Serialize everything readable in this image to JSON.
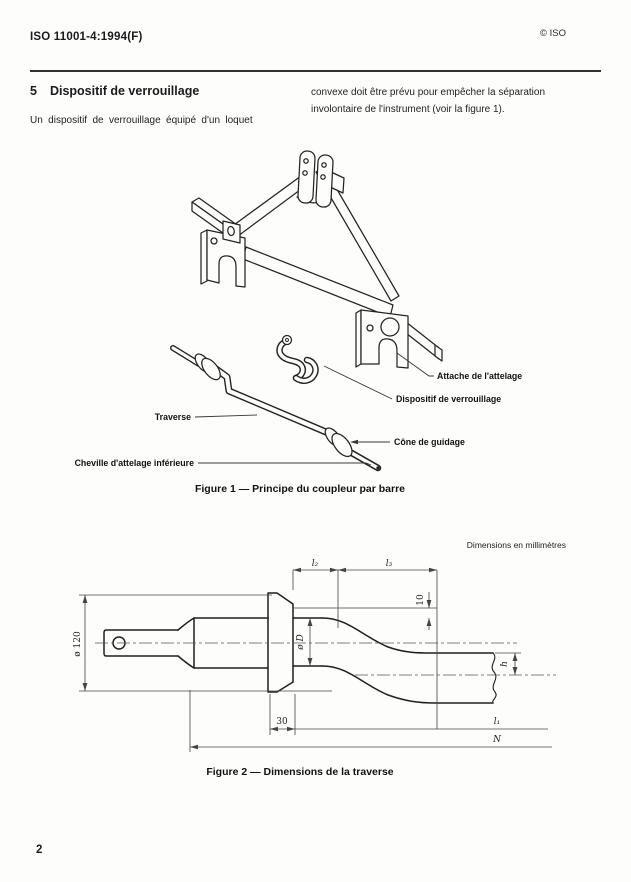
{
  "header": {
    "reference": "ISO 11001-4:1994(F)",
    "copyright": "© ISO"
  },
  "section": {
    "number": "5",
    "title": "Dispositif de verrouillage",
    "left_column_text": "Un dispositif de verrouillage équipé d'un loquet",
    "right_column_line1": "convexe doit être prévu pour empêcher la séparation",
    "right_column_line2": "involontaire de l'instrument (voir la figure 1)."
  },
  "figure1": {
    "labels": {
      "attache": "Attache de l'attelage",
      "verrouillage": "Dispositif de verrouillage",
      "traverse": "Traverse",
      "cone": "Cône de guidage",
      "cheville": "Cheville d'attelage inférieure"
    },
    "caption": "Figure 1 — Principe du coupleur par barre"
  },
  "figure2": {
    "note": "Dimensions en millimètres",
    "dims": {
      "l2": "l₂",
      "l3": "l₃",
      "ten": "10",
      "dia120": "ø 120",
      "diaD": "ø D",
      "h": "h",
      "thirty": "30",
      "l1": "l₁",
      "N": "N"
    },
    "caption": "Figure 2 — Dimensions de la traverse"
  },
  "footer": {
    "page_number": "2"
  },
  "colors": {
    "ink": "#1b1b1b",
    "paper": "#fdfdfc"
  }
}
